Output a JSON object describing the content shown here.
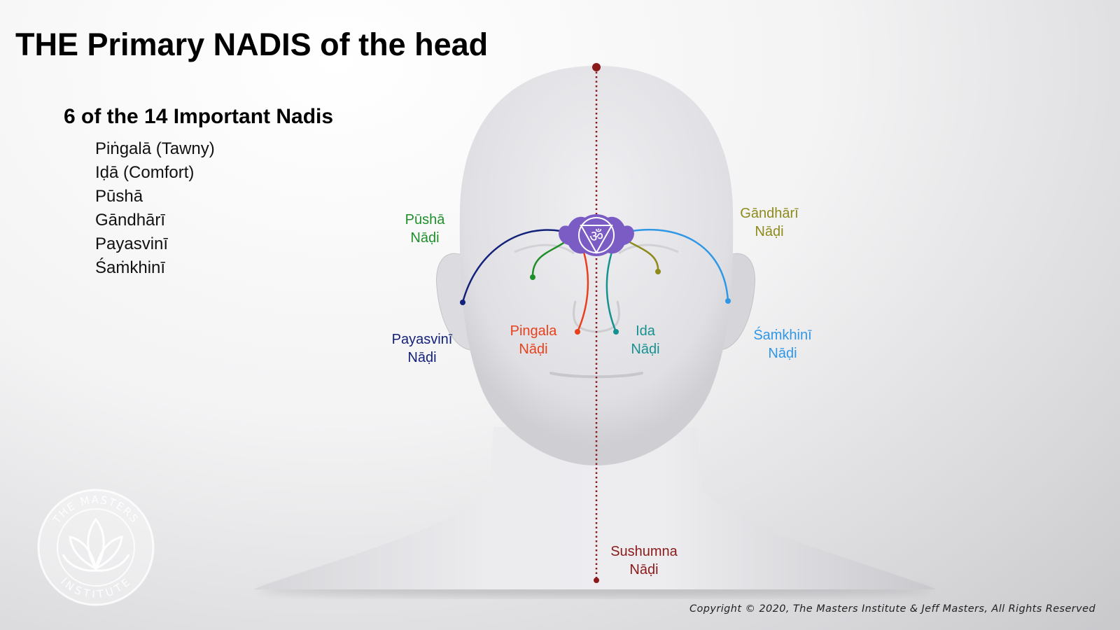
{
  "title": "THE Primary NADIS of the head",
  "subtitle": "6 of the 14 Important Nadis",
  "nadi_list": [
    "Piṅgalā (Tawny)",
    "Iḍā (Comfort)",
    "Pūshā",
    "Gāndhārī",
    "Payasvinī",
    "Śaṁkhinī"
  ],
  "labels": {
    "pusha": {
      "name": "Pūshā",
      "suffix": "Nāḍi"
    },
    "gandhari": {
      "name": "Gāndhārī",
      "suffix": "Nāḍi"
    },
    "payasvini": {
      "name": "Payasvinī",
      "suffix": "Nāḍi"
    },
    "pingala": {
      "name": "Pingala",
      "suffix": "Nāḍi"
    },
    "ida": {
      "name": "Ida",
      "suffix": "Nāḍi"
    },
    "samkhini": {
      "name": "Śaṁkhinī",
      "suffix": "Nāḍi"
    },
    "sushumna": {
      "name": "Sushumna",
      "suffix": "Nāḍi"
    }
  },
  "chakra_symbol": "ॐ",
  "logo": {
    "text_top": "THE MASTERS",
    "text_bottom": "INSTITUTE"
  },
  "copyright": "Copyright © 2020, The Masters Institute & Jeff Masters, All Rights Reserved",
  "colors": {
    "sushumna": "#8b1a1a",
    "pingala": "#e8401c",
    "ida": "#17918f",
    "pusha": "#1f8f2a",
    "gandhari": "#8e8a1c",
    "payasvini": "#13217a",
    "samkhini": "#2f97e6",
    "chakra": "#7b5cc4"
  }
}
